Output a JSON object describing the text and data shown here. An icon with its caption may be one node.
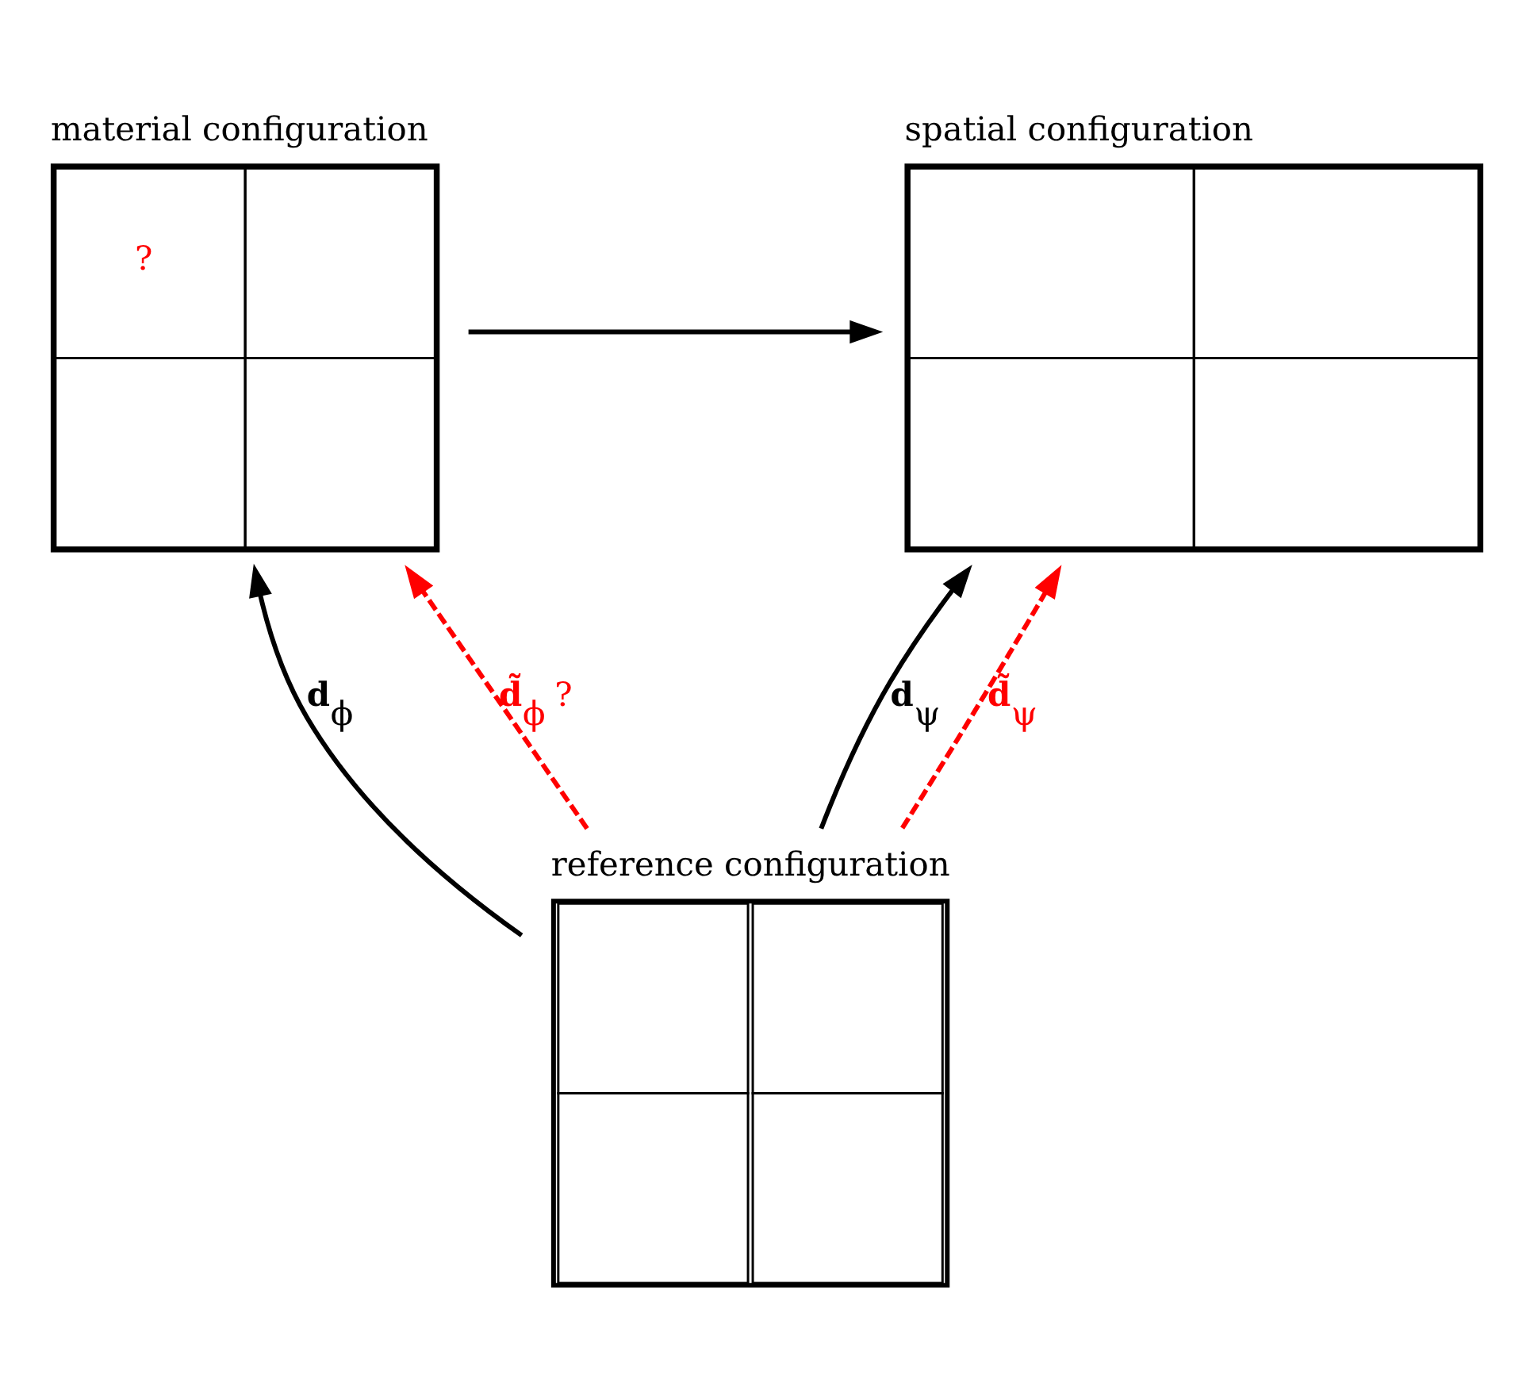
{
  "diagram": {
    "nodes": [
      {
        "text": [
          "material configuration",
          "?"
        ]
      },
      {
        "text": [
          "spatial configuration"
        ]
      },
      {
        "text": [
          "reference configuration"
        ]
      }
    ],
    "edges": [
      {
        "from": 2,
        "to": 0,
        "arrow": "to",
        "label": "**d**$_{ϕ}$"
      },
      {
        "from": 2,
        "to": 0,
        "arrow": "to",
        "label": "**d̃**$_{ϕ}$ ?",
        "style": "dashed",
        "color": "#ff0000"
      },
      {
        "from": 0,
        "to": 1,
        "arrow": "to"
      },
      {
        "from": 2,
        "to": 1,
        "arrow": "to",
        "label": "**d**$_{ψ}$"
      },
      {
        "from": 2,
        "to": 1,
        "arrow": "to",
        "label": "**d̃**$_{ψ}$",
        "style": "dashed",
        "color": "#ff0000"
      }
    ]
  }
}
